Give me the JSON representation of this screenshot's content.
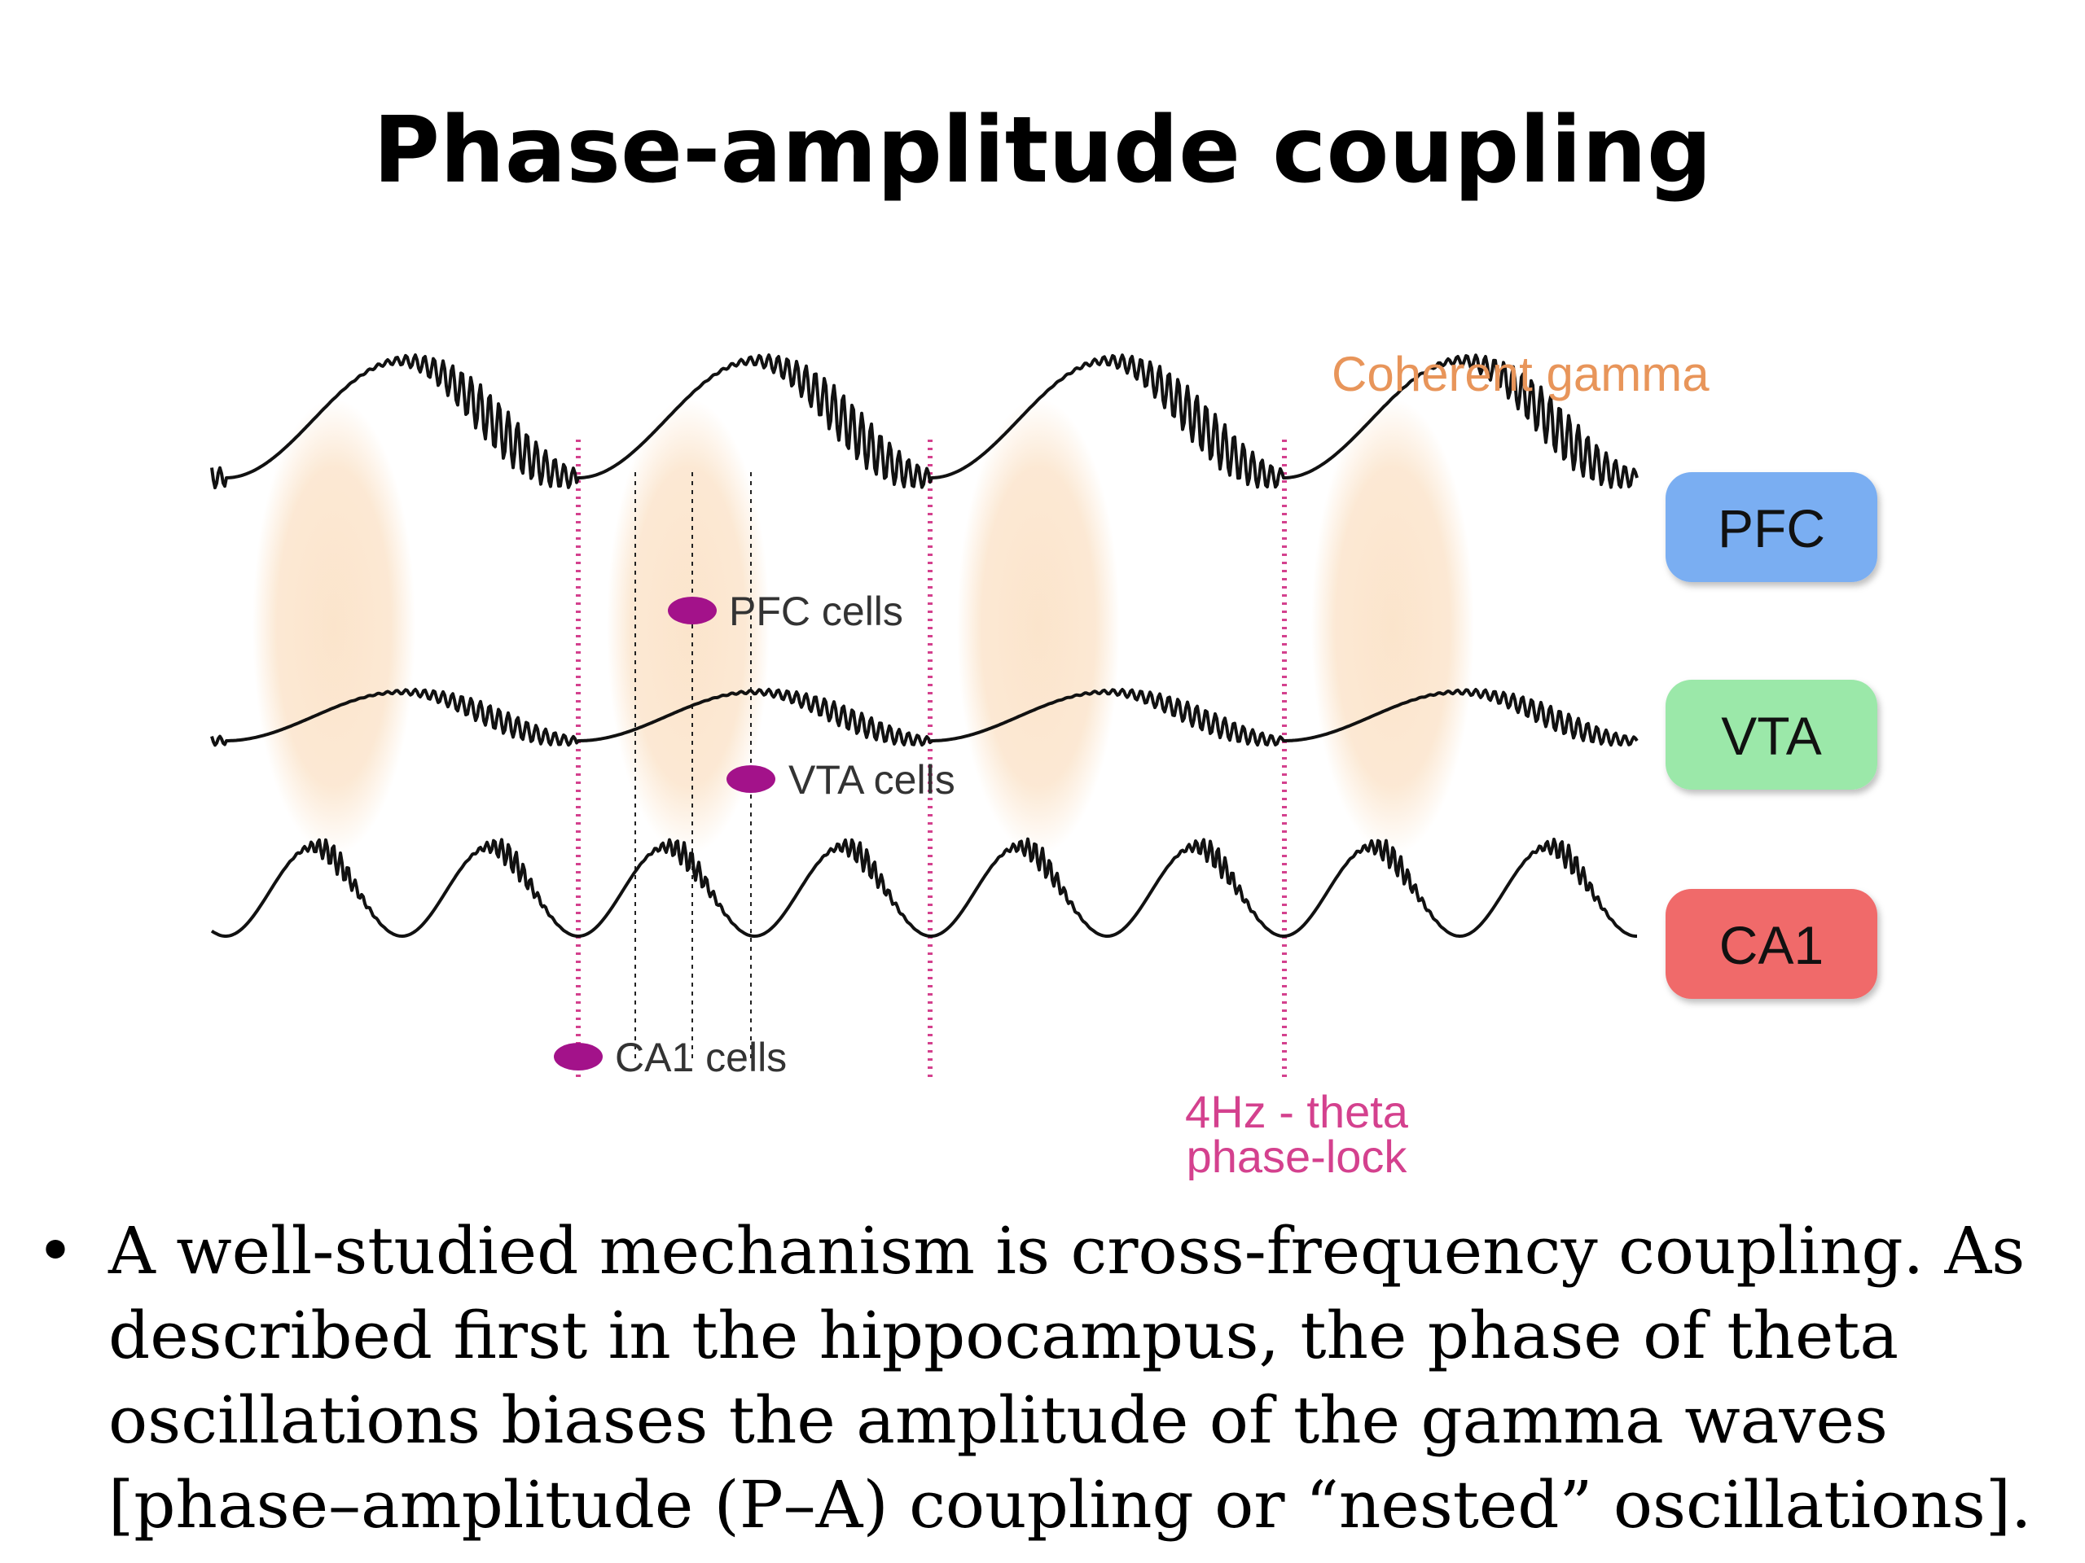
{
  "slide": {
    "title": "Phase-amplitude coupling"
  },
  "diagram": {
    "coherent_gamma_label": "Coherent gamma",
    "regions": [
      {
        "label": "PFC",
        "color": "#7aaef2"
      },
      {
        "label": "VTA",
        "color": "#9be8a9"
      },
      {
        "label": "CA1",
        "color": "#f06a6a"
      }
    ],
    "cell_labels": {
      "pfc": "PFC cells",
      "vta": "VTA cells",
      "ca1": "CA1 cells"
    },
    "phase_lock_label": {
      "line1": "4Hz - theta",
      "line2": "phase-lock"
    },
    "colors": {
      "gamma_highlight": "#fbe3c9",
      "gamma_text": "#e8955a",
      "phase_lock_line": "#d4418e",
      "cell_dot": "#a3128a",
      "wave": "#111111"
    }
  },
  "bullets": [
    {
      "marker": "•",
      "text": "A well-studied mechanism is cross-frequency coupling. As described first in the hippocampus, the phase of theta oscillations biases the amplitude of the gamma waves [phase–amplitude (P–A) coupling or “nested” oscillations]."
    }
  ]
}
